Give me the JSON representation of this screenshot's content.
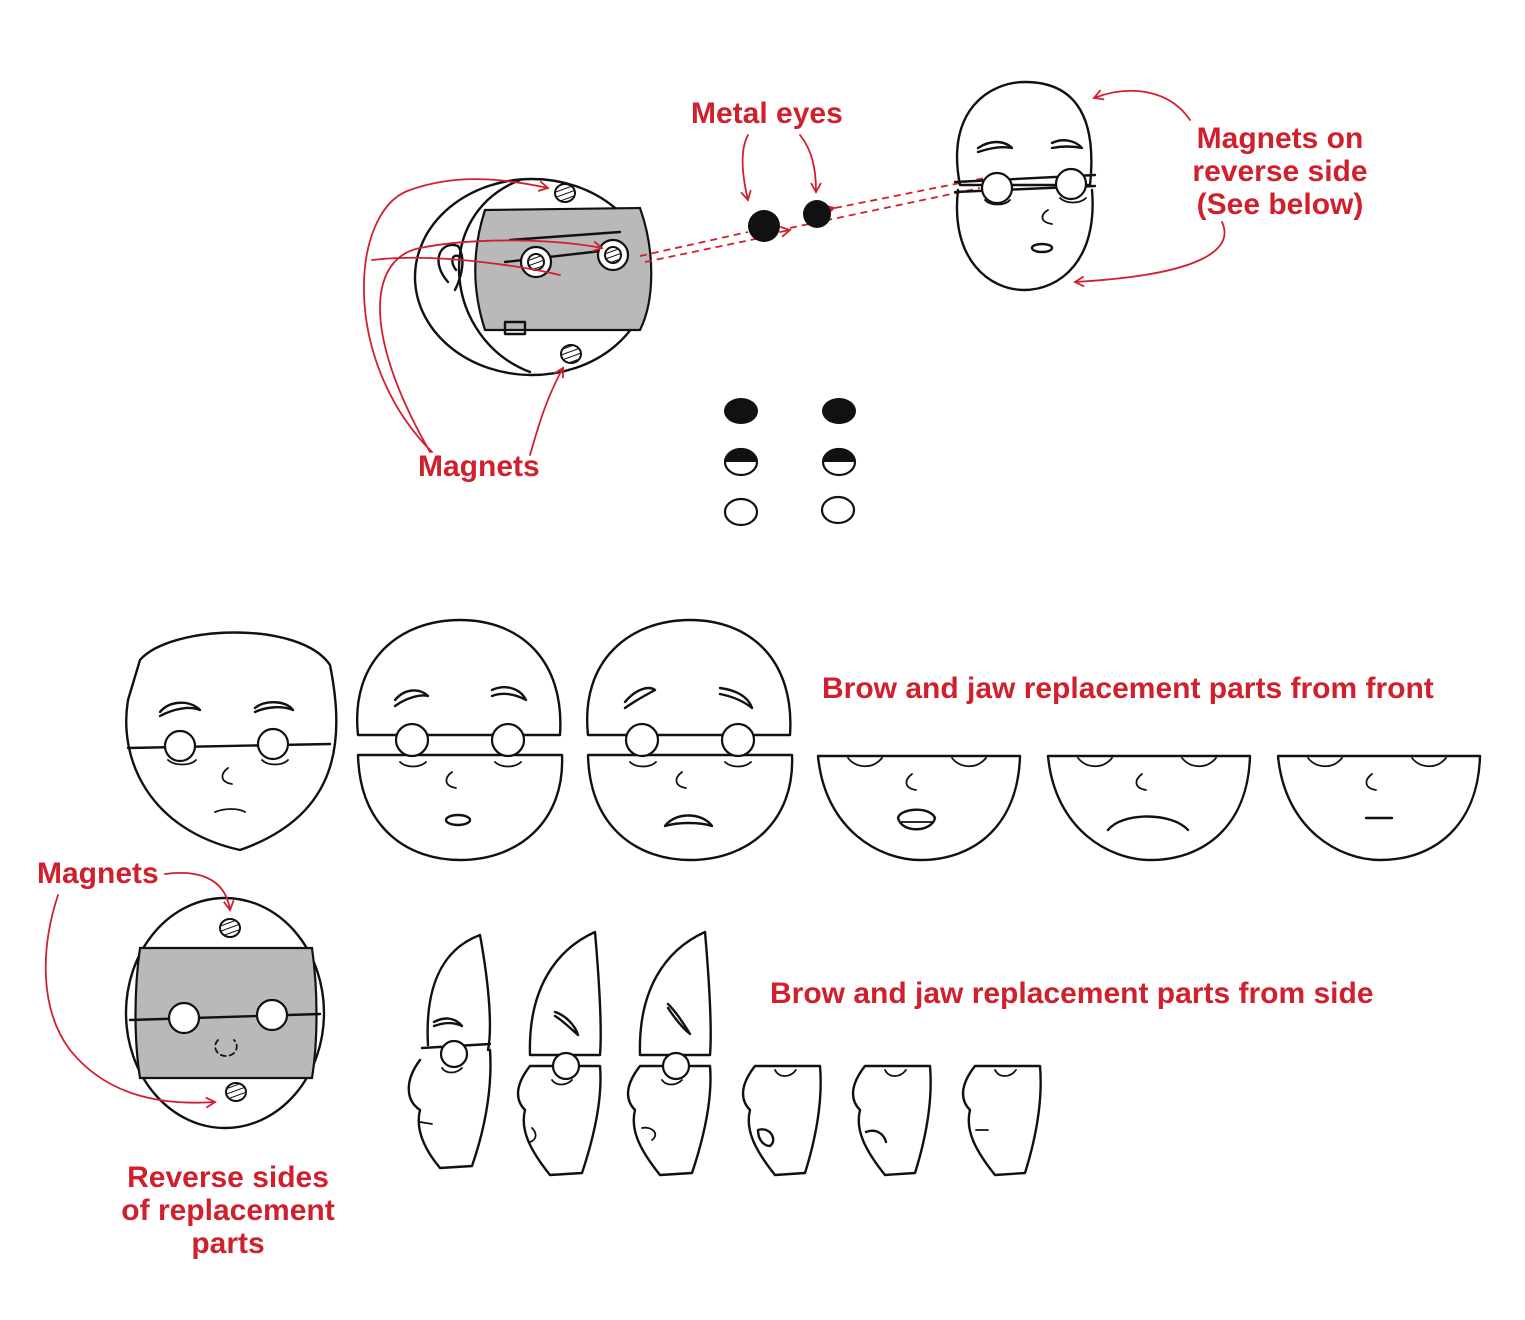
{
  "labels": {
    "metal_eyes": "Metal eyes",
    "magnets_top": "Magnets",
    "magnets_reverse": [
      "Magnets on",
      "reverse side",
      "(See below)"
    ],
    "brow_jaw_front": "Brow and jaw replacement parts from front",
    "brow_jaw_side": "Brow and jaw replacement parts from side",
    "magnets_bottom": "Magnets",
    "reverse_sides": [
      "Reverse sides",
      "of replacement",
      "parts"
    ]
  },
  "colors": {
    "annotation": "#d0202e",
    "ink": "#111111",
    "fill_gray": "#b9b9b9"
  },
  "eye_states": [
    "open",
    "half-lidded",
    "closed"
  ]
}
